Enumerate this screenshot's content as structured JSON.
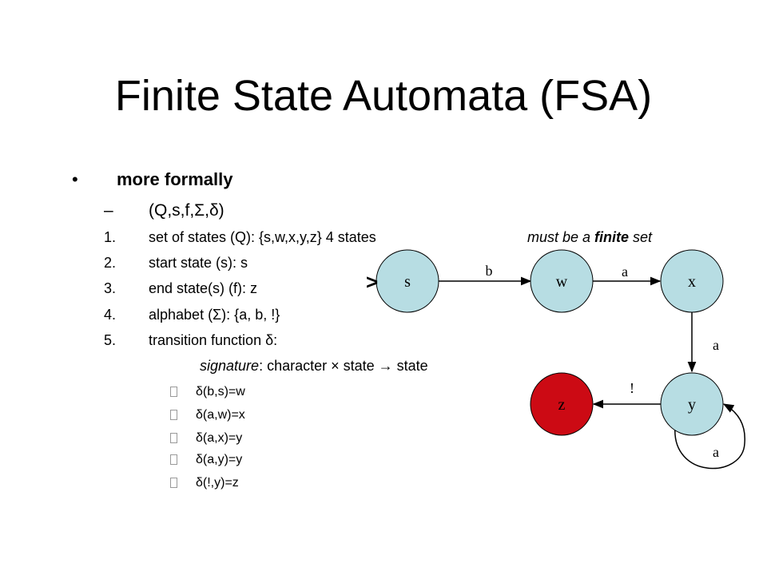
{
  "title": "Finite State Automata (FSA)",
  "bullet": {
    "marker": "•",
    "text": "more formally"
  },
  "subitem": {
    "marker": "–",
    "text": "(Q,s,f,Σ,δ)"
  },
  "numbered_items": [
    {
      "num": "1.",
      "text": "set of states (Q): {s,w,x,y,z} 4 states"
    },
    {
      "num": "2.",
      "text": "start state (s): s"
    },
    {
      "num": "3.",
      "text": "end state(s) (f): z"
    },
    {
      "num": "4.",
      "text": "alphabet (Σ): {a, b, !}"
    },
    {
      "num": "5.",
      "text": "transition function δ:"
    }
  ],
  "aside_note": {
    "prefix": "must be a ",
    "emph": "finite",
    "suffix": " set"
  },
  "signature": {
    "label": "signature",
    "rest": ": character × state → state"
  },
  "transitions": [
    "δ(b,s)=w",
    "δ(a,w)=x",
    "δ(a,x)=y",
    "δ(a,y)=y",
    "δ(!,y)=z"
  ],
  "diagram": {
    "start_marker": ">",
    "states": [
      {
        "id": "s",
        "label": "s",
        "fill": "#b7dde3"
      },
      {
        "id": "w",
        "label": "w",
        "fill": "#b7dde3"
      },
      {
        "id": "x",
        "label": "x",
        "fill": "#b7dde3"
      },
      {
        "id": "y",
        "label": "y",
        "fill": "#b7dde3"
      },
      {
        "id": "z",
        "label": "z",
        "fill": "#cc0a14"
      }
    ],
    "edges": [
      {
        "from": "s",
        "to": "w",
        "label": "b"
      },
      {
        "from": "w",
        "to": "x",
        "label": "a"
      },
      {
        "from": "x",
        "to": "y",
        "label": "a"
      },
      {
        "from": "y",
        "to": "z",
        "label": "!"
      },
      {
        "from": "y",
        "to": "y",
        "label": "a"
      }
    ]
  }
}
